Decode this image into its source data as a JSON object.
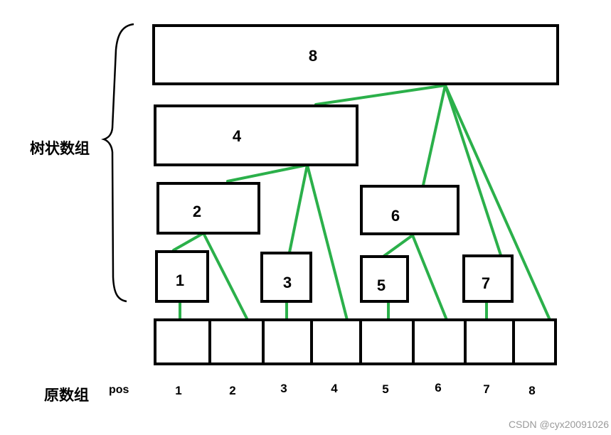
{
  "labels": {
    "tree_array": "树状数组",
    "original_array": "原数组",
    "pos": "pos"
  },
  "tree_nodes": [
    "1",
    "2",
    "3",
    "4",
    "5",
    "6",
    "7",
    "8"
  ],
  "positions": [
    "1",
    "2",
    "3",
    "4",
    "5",
    "6",
    "7",
    "8"
  ],
  "watermark": "CSDN @cyx20091026",
  "colors": {
    "link": "#2bb04a",
    "box": "#000000"
  }
}
